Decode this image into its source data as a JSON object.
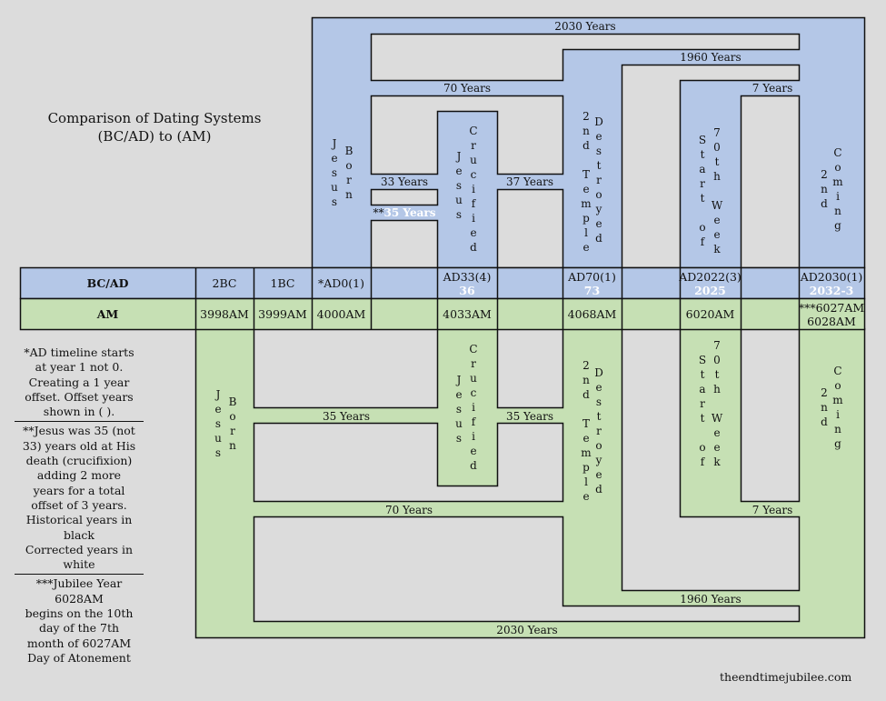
{
  "title": {
    "line1": "Comparison of Dating Systems",
    "line2": "(BC/AD) to (AM)"
  },
  "colors": {
    "background": "#dcdcdc",
    "bcad_region": "#b4c7e7",
    "am_region": "#c6e0b4",
    "border": "#111111"
  },
  "table": {
    "bcad_header": "BC/AD",
    "am_header": "AM",
    "columns": [
      {
        "bcad": "2BC",
        "bcad_corrected": "",
        "am": "3998AM"
      },
      {
        "bcad": "1BC",
        "bcad_corrected": "",
        "am": "3999AM"
      },
      {
        "bcad": "*AD0(1)",
        "bcad_corrected": "",
        "am": "4000AM"
      },
      {
        "bcad": "",
        "bcad_corrected": "",
        "am": ""
      },
      {
        "bcad": "AD33(4)",
        "bcad_corrected": "36",
        "am": "4033AM"
      },
      {
        "bcad": "",
        "bcad_corrected": "",
        "am": ""
      },
      {
        "bcad": "AD70(1)",
        "bcad_corrected": "73",
        "am": "4068AM"
      },
      {
        "bcad": "",
        "bcad_corrected": "",
        "am": ""
      },
      {
        "bcad": "AD2022(3)",
        "bcad_corrected": "2025",
        "am": "6020AM"
      },
      {
        "bcad": "",
        "bcad_corrected": "",
        "am": ""
      },
      {
        "bcad": "AD2030(1)",
        "bcad_corrected": "2032-3",
        "am": "***6027AM",
        "am2": "6028AM"
      }
    ]
  },
  "top": {
    "spans": {
      "y2030": "2030 Years",
      "y1960": "1960 Years",
      "y70": "70 Years",
      "y7": "7 Years",
      "y33": "33 Years",
      "y35_prefix": "**",
      "y35": "35 Years",
      "y37": "37 Years"
    },
    "events": {
      "jesus_born": [
        "Jesus",
        "Born"
      ],
      "jesus_crucified": [
        "Jesus",
        "Crucified"
      ],
      "temple_destroyed": [
        "2nd Temple",
        "Destroyed"
      ],
      "start_70th_week": [
        "Start of",
        "70th Week"
      ],
      "second_coming": [
        "2nd",
        "Coming"
      ]
    }
  },
  "bottom": {
    "spans": {
      "y35a": "35 Years",
      "y35b": "35 Years",
      "y70": "70 Years",
      "y7": "7 Years",
      "y1960": "1960 Years",
      "y2030": "2030 Years"
    },
    "events": {
      "jesus_born": [
        "Jesus",
        "Born"
      ],
      "jesus_crucified": [
        "Jesus",
        "Crucified"
      ],
      "temple_destroyed": [
        "2nd Temple",
        "Destroyed"
      ],
      "start_70th_week": [
        "Start of",
        "70th Week"
      ],
      "second_coming": [
        "2nd",
        "Coming"
      ]
    }
  },
  "notes": {
    "note1": "*AD timeline starts at year 1 not 0. Creating a 1 year offset. Offset years shown in ( ).",
    "note2a": "**Jesus was 35 (not 33) years old at His death (crucifixion) adding 2 more years for a total offset of 3 years.",
    "note2b": "Historical years in black",
    "note2c": "Corrected years in white",
    "note3a": "***Jubilee Year 6028AM",
    "note3b": "begins on the 10th day of the 7th month of 6027AM",
    "note3c": "Day of Atonement"
  },
  "footer": "theendtimejubilee.com"
}
